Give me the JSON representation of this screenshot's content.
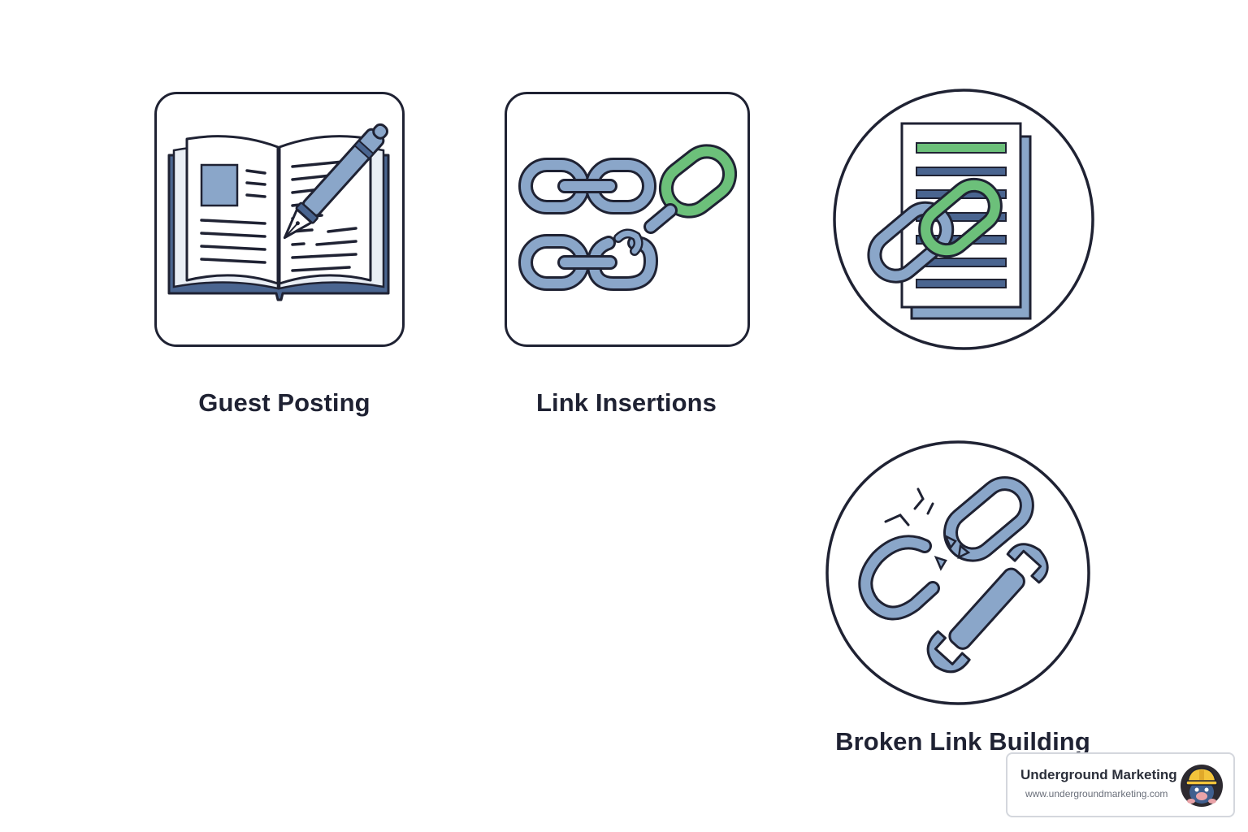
{
  "nodes": [
    {
      "id": "guest-posting",
      "label": "Guest Posting",
      "icon": "open-book-pen-icon"
    },
    {
      "id": "link-insertions",
      "label": "Link Insertions",
      "icon": "chain-links-icon"
    },
    {
      "id": "document-link",
      "label": "",
      "icon": "document-with-link-icon"
    },
    {
      "id": "broken-link-building",
      "label": "Broken Link Building",
      "icon": "broken-link-wrench-icon"
    }
  ],
  "watermark": {
    "title": "Underground Marketing",
    "url": "www.undergroundmarketing.com",
    "avatar_icon": "mole-hardhat-icon"
  },
  "colors": {
    "outline": "#1f2233",
    "link_blue": "#8aa6c9",
    "link_green": "#6cc07a",
    "book_navy": "#4a6590",
    "label_text": "#1f2233"
  }
}
